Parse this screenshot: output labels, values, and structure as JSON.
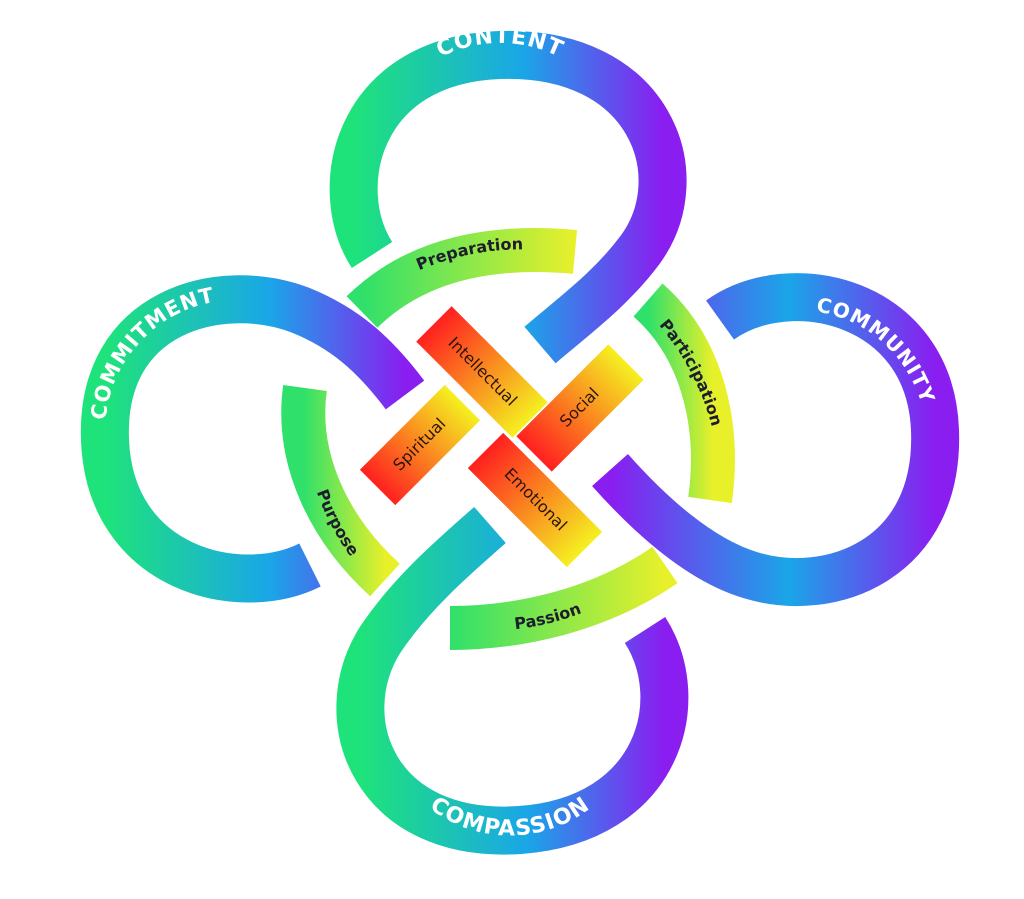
{
  "colors": {
    "outer_start": "#1ee37a",
    "outer_mid": "#1aa6e8",
    "outer_end": "#8a1df0",
    "middle_start": "#2fe06a",
    "middle_end": "#e8f02a",
    "inner_start": "#ff2020",
    "inner_end": "#f5f020"
  },
  "outer_loops": {
    "top": "CONTENT",
    "right": "COMMUNITY",
    "bottom": "COMPASSION",
    "left": "COMMITMENT"
  },
  "middle_arcs": {
    "top": "Preparation",
    "right": "Participation",
    "bottom": "Passion",
    "left": "Purpose"
  },
  "inner_bars": {
    "top_left": "Intellectual",
    "top_right": "Social",
    "bottom_right": "Emotional",
    "bottom_left": "Spiritual"
  }
}
